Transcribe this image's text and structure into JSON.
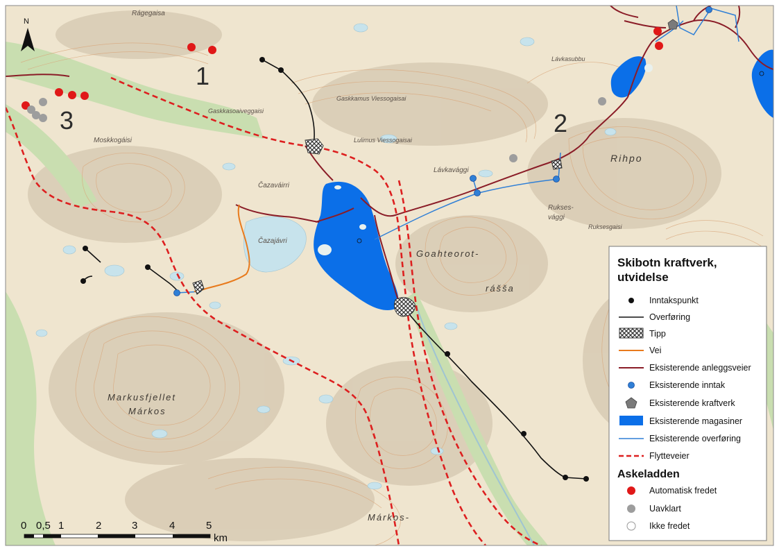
{
  "map": {
    "north_label": "N",
    "legend": {
      "title_line1": "Skibotn kraftverk,",
      "title_line2": "utvidelse",
      "items": [
        {
          "label": "Inntakspunkt",
          "symbol": "black-dot"
        },
        {
          "label": "Overføring",
          "symbol": "black-line"
        },
        {
          "label": "Tipp",
          "symbol": "hatched-box"
        },
        {
          "label": "Vei",
          "symbol": "orange-line"
        },
        {
          "label": "Eksisterende anleggsveier",
          "symbol": "darkred-line"
        },
        {
          "label": "Eksisterende inntak",
          "symbol": "blue-dot"
        },
        {
          "label": "Eksisterende kraftverk",
          "symbol": "grey-pentagon"
        },
        {
          "label": "Eksisterende magasiner",
          "symbol": "blue-rect"
        },
        {
          "label": "Eksisterende overføring",
          "symbol": "blue-line"
        },
        {
          "label": "Flytteveier",
          "symbol": "red-dashed-line"
        }
      ],
      "subtitle": "Askeladden",
      "sub_items": [
        {
          "label": "Automatisk fredet",
          "symbol": "red-circle"
        },
        {
          "label": "Uavklart",
          "symbol": "grey-circle"
        },
        {
          "label": "Ikke fredet",
          "symbol": "white-circle"
        }
      ]
    },
    "scale_bar": {
      "labels": [
        "0",
        "0,5",
        "1",
        "2",
        "3",
        "4",
        "5"
      ],
      "unit": "km"
    },
    "area_numbers": [
      "1",
      "2",
      "3"
    ],
    "place_names": {
      "ragegaisa": "Rágegaisa",
      "gaskkasoaiveggaisi": "Gaskkasoaiveggaisi",
      "gaskkamus": "Gaskkamus Viessogaisai",
      "lulimus": "Lulimus Viessogaisai",
      "lavkavaggi": "Lávkavággi",
      "rihpo": "Rihpo",
      "moskkogaisi": "Moskkogáisi",
      "cazavarri": "Čazaváirri",
      "cazajavri": "Čazajávri",
      "rukses_varri": "Rukses-",
      "rukses_vaggi": "vággi",
      "goahteorot": "Goahteorot-",
      "rassa": "rášša",
      "markusfjellet": "Markusfjellet",
      "markos": "Márkos",
      "markos2": "Márkos-",
      "lavkasubbu": "Lávkasubbu",
      "rukseskeakki": "Ruksesgaisi"
    },
    "colors": {
      "terrain": "#efe5cf",
      "valley": "#c9deb0",
      "water": "#c7e3ec",
      "reservoir": "#0b6fe8",
      "contour": "#d9a77c",
      "existing_road": "#8a1c27",
      "new_road": "#e87a1c",
      "migration_route": "#dd1f1f",
      "transfer": "#111111",
      "existing_transfer": "#2f7fd6",
      "site_red": "#e01818",
      "site_grey": "#9d9d9d"
    }
  }
}
